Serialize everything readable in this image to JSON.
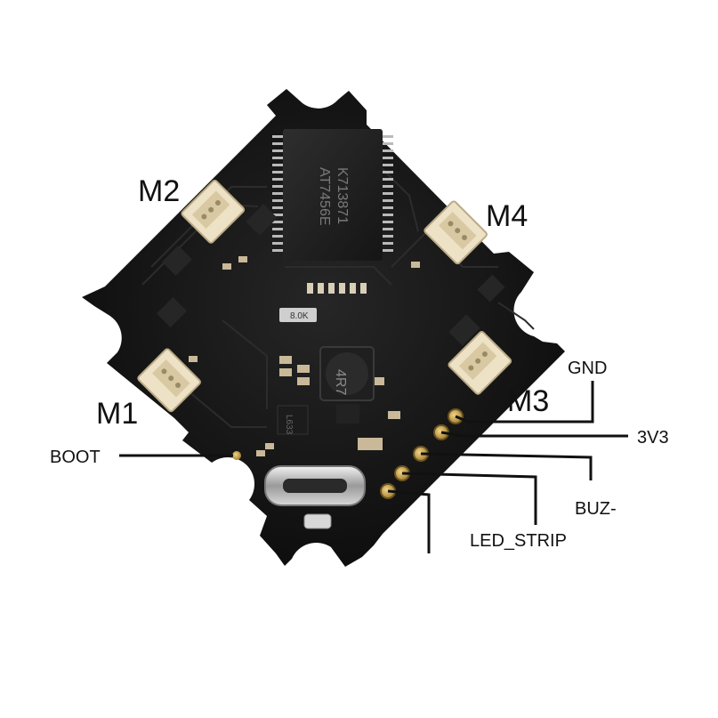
{
  "labels": {
    "m1": "M1",
    "m2": "M2",
    "m3": "M3",
    "m4": "M4",
    "boot": "BOOT",
    "gnd": "GND",
    "v3v3": "3V3",
    "buz": "BUZ-",
    "led_strip": "LED_STRIP"
  },
  "silkscreen": {
    "main_chip_line1": "AT7456E",
    "main_chip_line2": "K713871",
    "inductor": "4R7",
    "crystal": "8.0K",
    "regulator": "L633"
  },
  "colors": {
    "background": "#ffffff",
    "board": "#141414",
    "connector": "#ede1c6",
    "pad_gold": "#c9a349",
    "leader_line": "#111111"
  }
}
